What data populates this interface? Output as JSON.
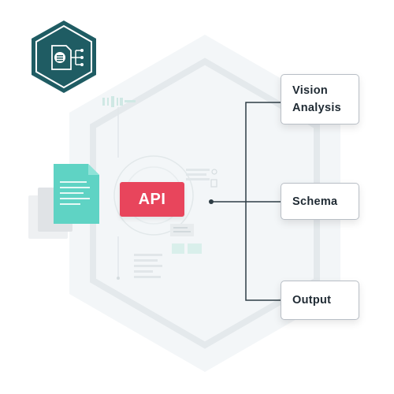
{
  "api": {
    "label": "API"
  },
  "outputs": [
    {
      "id": "vision",
      "label": "Vision\nAnalysis"
    },
    {
      "id": "schema",
      "label": "Schema"
    },
    {
      "id": "output",
      "label": "Output"
    }
  ],
  "colors": {
    "api_badge": "#e8455c",
    "logo_hex": "#1f5c63",
    "document_teal": "#5fd3c4",
    "connector_line": "#2e3d45",
    "card_border": "#b8bec5"
  },
  "icons": {
    "logo": "document-extraction-icon",
    "source_document": "document-icon"
  }
}
